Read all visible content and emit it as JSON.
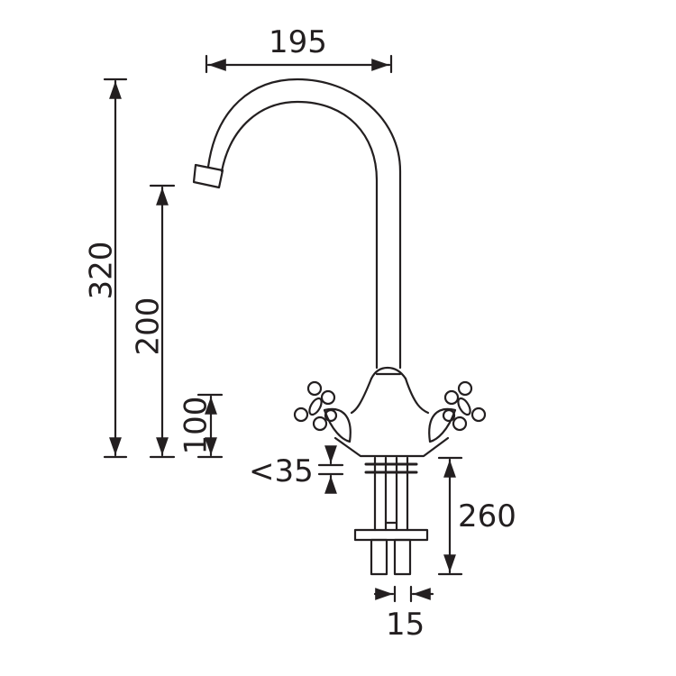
{
  "diagram": {
    "subject": "mixer-tap",
    "line_color": "#231f20",
    "background": "#ffffff",
    "dimensions": {
      "spout_reach": "195",
      "overall_height": "320",
      "spout_outlet_height": "200",
      "body_height": "100",
      "max_deck_thickness": "<35",
      "tail_length": "260",
      "tail_spacing": "15"
    }
  }
}
